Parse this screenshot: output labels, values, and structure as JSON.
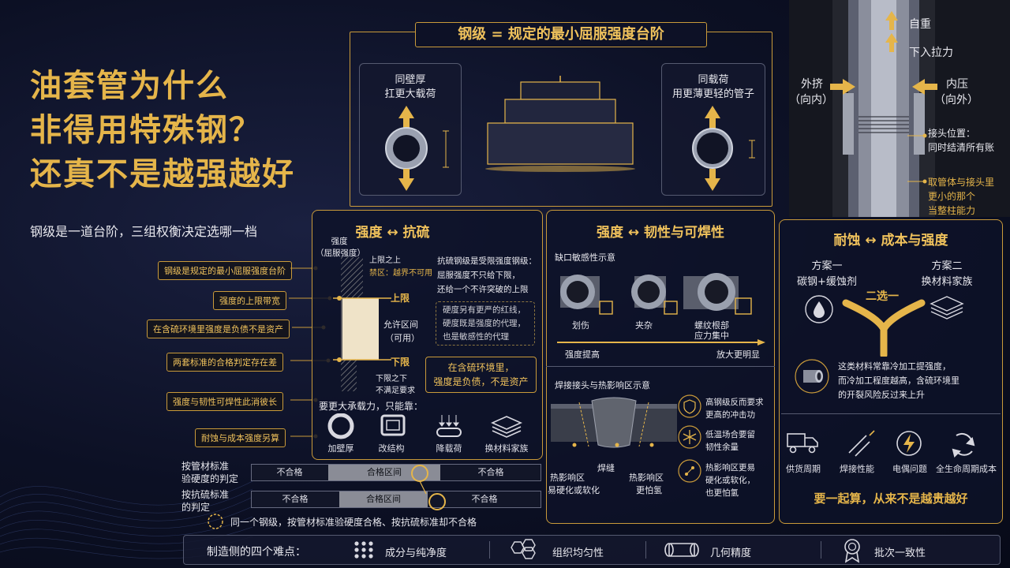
{
  "header": {
    "title_line1": "油套管为什么",
    "title_line2": "非得用特殊钢？",
    "title_line3": "还真不是越强越好",
    "subtitle": "钢级是一道台阶，三组权衡决定选哪一档"
  },
  "top_panel": {
    "title": "钢级 = 规定的最小屈服强度台阶",
    "left_label_1": "同壁厚",
    "left_label_2": "扛更大载荷",
    "right_label_1": "同载荷",
    "right_label_2": "用更薄更轻的管子"
  },
  "pipe_diagram": {
    "self_weight": "自重",
    "tension": "下入拉力",
    "external_1": "外挤",
    "external_2": "（向内）",
    "internal_1": "内压",
    "internal_2": "（向外）",
    "joint_1": "接头位置：",
    "joint_2": "同时结清所有账",
    "smaller_1": "取管体与接头里",
    "smaller_2": "更小的那个",
    "smaller_3": "当整柱能力"
  },
  "callouts": [
    "钢级是规定的最小屈服强度台阶",
    "强度的上限带宽",
    "在含硫环境里强度是负债不是资产",
    "两套标准的合格判定存在差",
    "强度与韧性可焊性此消彼长",
    "耐蚀与成本强度另算"
  ],
  "panel1": {
    "title": "强度 ↔ 抗硫",
    "axis_1": "强度",
    "axis_2": "（屈服强度）",
    "above_upper_1": "上限之上",
    "above_upper_2": "禁区：越界不可用",
    "upper": "上限",
    "allowed_1": "允许区间",
    "allowed_2": "（可用）",
    "lower": "下限",
    "below_lower_1": "下限之下",
    "below_lower_2": "不满足要求",
    "desc_1": "抗硫钢级是受限强度钢级：",
    "desc_2": "屈服强度不只给下限，",
    "desc_3": "还给一个不许突破的上限",
    "dash_1": "硬度另有更严的红线，",
    "dash_2": "硬度既是强度的代理，",
    "dash_3": "也是敏感性的代理",
    "box_1": "在含硫环境里，",
    "box_2": "强度是负债，不是资产",
    "options_title": "要更大承载力，只能靠：",
    "options": [
      "加壁厚",
      "改结构",
      "降载荷",
      "换材料家族"
    ]
  },
  "panel2": {
    "title": "强度 ↔ 韧性与可焊性",
    "notch_title": "缺口敏感性示意",
    "defects": [
      "划伤",
      "夹杂",
      "螺纹根部",
      "应力集中"
    ],
    "axis_left": "强度提高",
    "axis_right": "放大更明显",
    "weld_title": "焊接接头与热影响区示意",
    "weld_seam": "焊缝",
    "haz_left_1": "热影响区",
    "haz_left_2": "易硬化或软化",
    "haz_right_1": "热影响区",
    "haz_right_2": "更怕氢",
    "notes": [
      {
        "l1": "高钢级反而要求",
        "l2": "更高的冲击功"
      },
      {
        "l1": "低温场合要留",
        "l2": "韧性余量"
      },
      {
        "l1": "热影响区更易",
        "l2": "硬化或软化，",
        "l3": "也更怕氢"
      }
    ]
  },
  "panel3": {
    "title": "耐蚀 ↔ 成本与强度",
    "plan1_1": "方案一",
    "plan1_2": "碳钢+缓蚀剂",
    "plan2_1": "方案二",
    "plan2_2": "换材料家族",
    "choose": "二选一",
    "note_1": "这类材料常靠冷加工提强度，",
    "note_2": "而冷加工程度越高，含硫环境里",
    "note_3": "的开裂风险反过来上升",
    "factors": [
      "供货周期",
      "焊接性能",
      "电偶问题",
      "全生命周期成本"
    ],
    "summary": "要一起算，从来不是越贵越好"
  },
  "compare": {
    "row1_1": "按管材标准",
    "row1_2": "验硬度的判定",
    "row2_1": "按抗硫标准",
    "row2_2": "的判定",
    "fail": "不合格",
    "pass": "合格区间",
    "note": "同一个钢级，按管材标准验硬度合格、按抗硫标准却不合格"
  },
  "footer": {
    "title": "制造侧的四个难点：",
    "items": [
      "成分与纯净度",
      "组织均匀性",
      "几何精度",
      "批次一致性"
    ]
  },
  "colors": {
    "gold": "#e5b54a",
    "bg": "#0c1024",
    "panel_border": "#c99a3a"
  }
}
